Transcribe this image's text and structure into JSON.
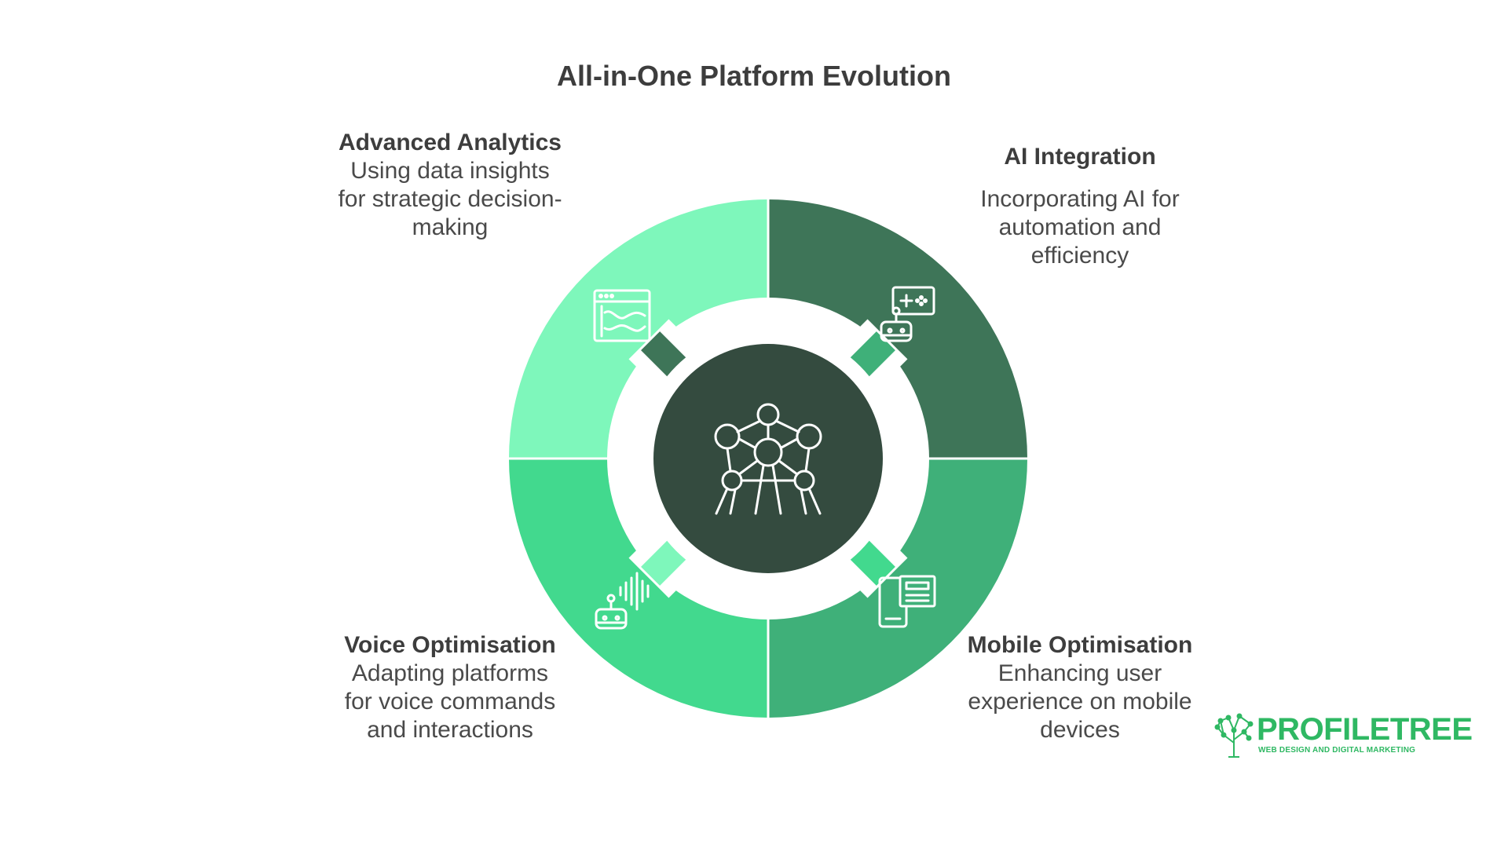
{
  "title": "All-in-One Platform Evolution",
  "colors": {
    "segment_advanced_analytics": "#7ef7bb",
    "segment_ai_integration": "#3e7558",
    "segment_mobile_optimisation": "#3fb079",
    "segment_voice_optimisation": "#42d98e",
    "center": "#344b3f",
    "icon_stroke": "#ffffff",
    "brand": "#2fb863"
  },
  "segments": [
    {
      "heading": "Advanced Analytics",
      "description": "Using data insights for strategic decision-making",
      "icon": "analytics-chart-icon"
    },
    {
      "heading": "AI Integration",
      "description": "Incorporating AI for automation and efficiency",
      "icon": "ai-robot-panel-icon"
    },
    {
      "heading": "Mobile Optimisation",
      "description": "Enhancing user experience on mobile devices",
      "icon": "mobile-document-icon"
    },
    {
      "heading": "Voice Optimisation",
      "description": "Adapting platforms for voice commands and interactions",
      "icon": "voice-robot-icon"
    }
  ],
  "center_icon": "molecule-structure-icon",
  "logo": {
    "brand": "PROFILETREE",
    "tagline": "WEB DESIGN AND DIGITAL MARKETING",
    "icon": "tree-network-icon"
  }
}
